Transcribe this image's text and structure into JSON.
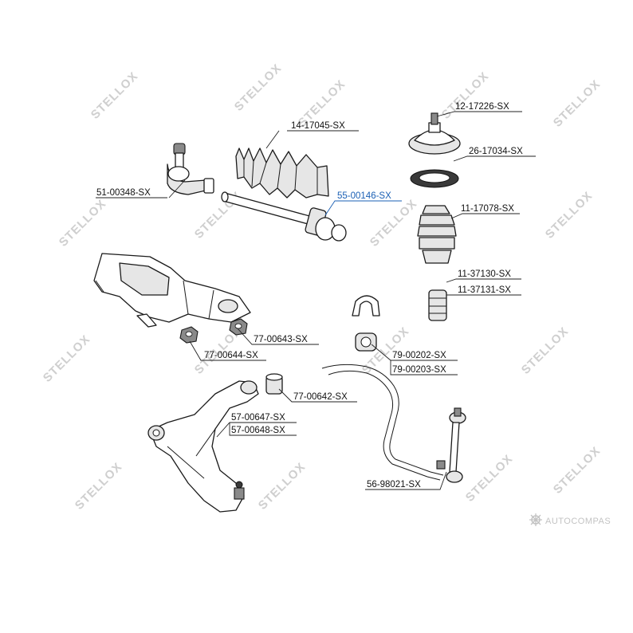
{
  "watermark": {
    "text": "STELLOX"
  },
  "brand": {
    "text": "AUTOCOMPAS"
  },
  "parts": {
    "upper_mount": "12-17226-SX",
    "dust_boot": "14-17045-SX",
    "bearing": "26-17034-SX",
    "tie_rod_end": "51-00348-SX",
    "inner_tie_rod": "55-00146-SX",
    "strut_boot": "11-17078-SX",
    "bump_stop_1": "11-37130-SX",
    "bump_stop_2": "11-37131-SX",
    "subframe_bush_1": "77-00643-SX",
    "subframe_bush_2": "77-00644-SX",
    "stab_bush_1": "79-00202-SX",
    "stab_bush_2": "79-00203-SX",
    "arm_bush": "77-00642-SX",
    "control_arm_1": "57-00647-SX",
    "control_arm_2": "57-00648-SX",
    "stab_link": "56-98021-SX"
  },
  "colors": {
    "highlight": "#1a5fb4",
    "watermark": "#cfcfcf"
  }
}
